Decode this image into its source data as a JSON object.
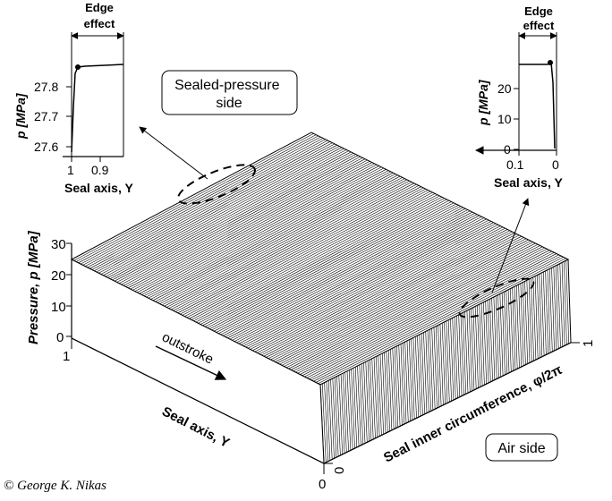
{
  "main_plot": {
    "z_axis_label": "Pressure, p [MPa]",
    "z_ticks": [
      "0",
      "10",
      "20",
      "30"
    ],
    "y_axis_label": "Seal axis, Y",
    "y_ticks": [
      "1",
      "0"
    ],
    "x_axis_label": "Seal inner circumference, φ/2π",
    "x_ticks": [
      "0",
      "1"
    ],
    "direction_label": "outstroke"
  },
  "callouts": {
    "sealed_pressure_side": "Sealed-pressure side",
    "air_side": "Air side"
  },
  "inset_left": {
    "title_line1": "Edge",
    "title_line2": "effect",
    "y_axis_label": "p [MPa]",
    "y_ticks": [
      "27.6",
      "27.7",
      "27.8"
    ],
    "x_ticks": [
      "1",
      "0.9"
    ],
    "x_axis_label": "Seal axis, Y"
  },
  "inset_right": {
    "title_line1": "Edge",
    "title_line2": "effect",
    "y_axis_label": "p [MPa]",
    "y_ticks": [
      "0",
      "10",
      "20"
    ],
    "x_ticks": [
      "0.1",
      "0"
    ],
    "x_axis_label": "Seal axis, Y"
  },
  "copyright": "© George K. Nikas"
}
